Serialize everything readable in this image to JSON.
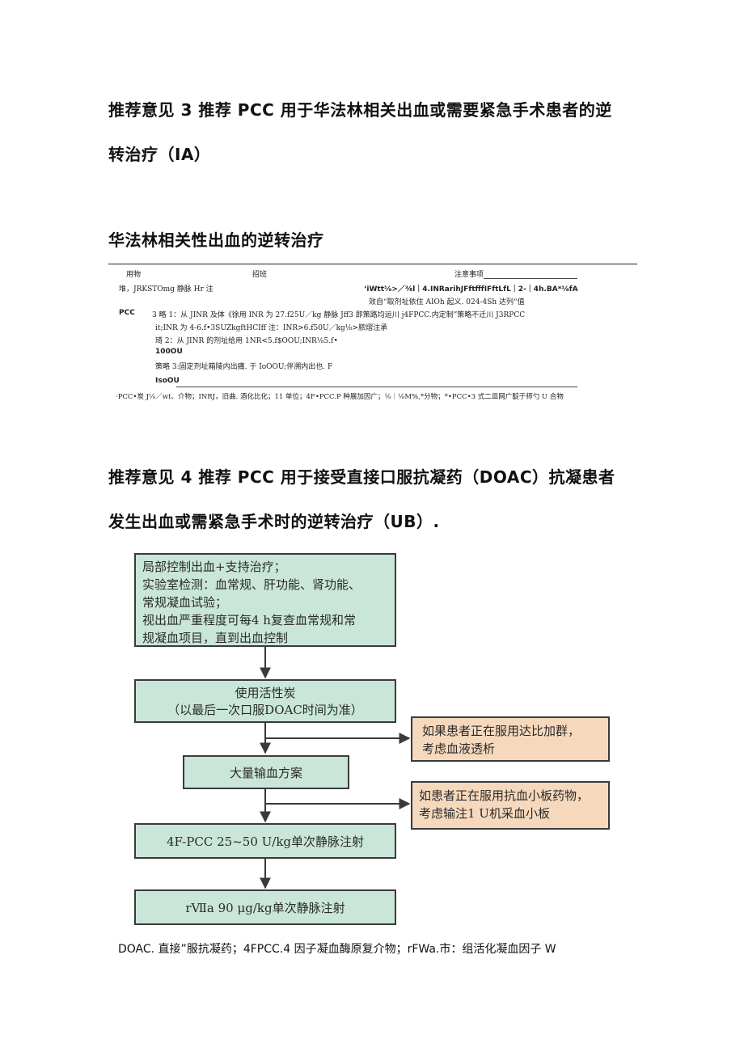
{
  "headings": {
    "rec3_line1": "推荐意见 3 推荐 PCC 用于华法林相关出血或需要紧急手术患者的逆",
    "rec3_line2": "转治疗（IA）",
    "section_title": "华法林相关性出血的逆转治疗",
    "rec4_line1": "推荐意见 4 推荐 PCC 用于接受直接口服抗凝药（DOAC）抗凝患者",
    "rec4_line2": "发生出血或需紧急手术时的逆转治疗（UB）."
  },
  "table": {
    "headers": [
      "用物",
      "招班",
      "注意事项"
    ],
    "row1_col1": "堆，JRKSTOmg 静脉 Hr 注",
    "row1_note1": "‘iWtt⅛>／⅜l｜4.INRarihJFftfffIFftLfL｜2-｜4h.BA*⅛fA",
    "row1_note2": "效自“取剂址依住 AIOh 起义. 024-4Sh 达列“值",
    "pcc_label": "PCC",
    "pcc_line1": "3 略 1：从 JINR 及体《徐用 INR 为 27.f25U／kg 静脉 Jff3 即策路均运川 j4FPCC.内定制”策略不迁川 J3RPCC",
    "pcc_line2": "it;INR 为 4-6.f•3SUZkgftHCIff 注：INR>6.f50U／kg⅛>脓熠注承",
    "pcc_line3": "琦 2：从 JINR 的剂址给用 1NR<5.f$OOU;INR⅛5.f•",
    "pcc_line4": "100OU",
    "pcc_line5": "策略 3:固定剂址箱陵内出痛. 于 IoOOU;伴溯内出也. F",
    "pcc_line6": "IsoOU",
    "footnote": "·PCC•炭 J⅛／wt、介物；INRJ，旧曲. 酒化比化；11 单位；4F•PCC.P 种展加因广；⅛｜⅛M%,*分物；*•PCC•3 式二皿网广靛于师勺 U 合物"
  },
  "flowchart": {
    "box1_lines": [
      "局部控制出血+支持治疗；",
      "实验室检测：血常规、肝功能、肾功能、",
      "常规凝血试验；",
      "视出血严重程度可每4 h复查血常规和常",
      "规凝血项目，直到出血控制"
    ],
    "box2_lines": [
      "使用活性炭",
      "（以最后一次口服DOAC时间为准）"
    ],
    "side1_lines": [
      "如果患者正在服用达比加群，",
      "考虑血液透析"
    ],
    "box3": "大量输血方案",
    "side2_lines": [
      "如患者正在服用抗血小板药物，",
      "考虑输注1 U机采血小板"
    ],
    "box4": "4F-PCC 25~50 U/kg单次静脉注射",
    "box5": "rⅦa 90 μg/kg单次静脉注射"
  },
  "caption": "DOAC. 直接”服抗凝药；4FPCC.4 因子凝血酶原复介物；rFWa.市：组活化凝血因子 W",
  "colors": {
    "box_green": "#c9e6d9",
    "box_orange": "#f6d9bd",
    "border": "#3a3a3a"
  }
}
